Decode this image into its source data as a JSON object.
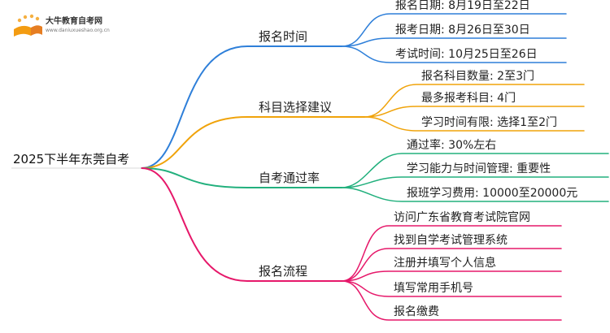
{
  "logo": {
    "name": "大牛教育自考网",
    "url": "www.daniuxueshao.org.cn"
  },
  "root": {
    "label": "2025下半年东莞自考"
  },
  "branches": [
    {
      "label": "报名时间",
      "color": "#2e7fd9",
      "leaves": [
        "报名日期: 8月19日至22日",
        "报考日期: 8月26日至30日",
        "考试时间: 10月25日至26日"
      ]
    },
    {
      "label": "科目选择建议",
      "color": "#f0a30a",
      "leaves": [
        "报名科目数量: 2至3门",
        "最多报考科目: 4门",
        "学习时间有限: 选择1至2门"
      ]
    },
    {
      "label": "自考通过率",
      "color": "#22b07d",
      "leaves": [
        "通过率: 30%左右",
        "学习能力与时间管理: 重要性",
        "报班学习费用: 10000至20000元"
      ]
    },
    {
      "label": "报名流程",
      "color": "#e6186a",
      "leaves": [
        "访问广东省教育考试院官网",
        "找到自学考试管理系统",
        "注册并填写个人信息",
        "填写常用手机号",
        "报名缴费"
      ]
    }
  ]
}
